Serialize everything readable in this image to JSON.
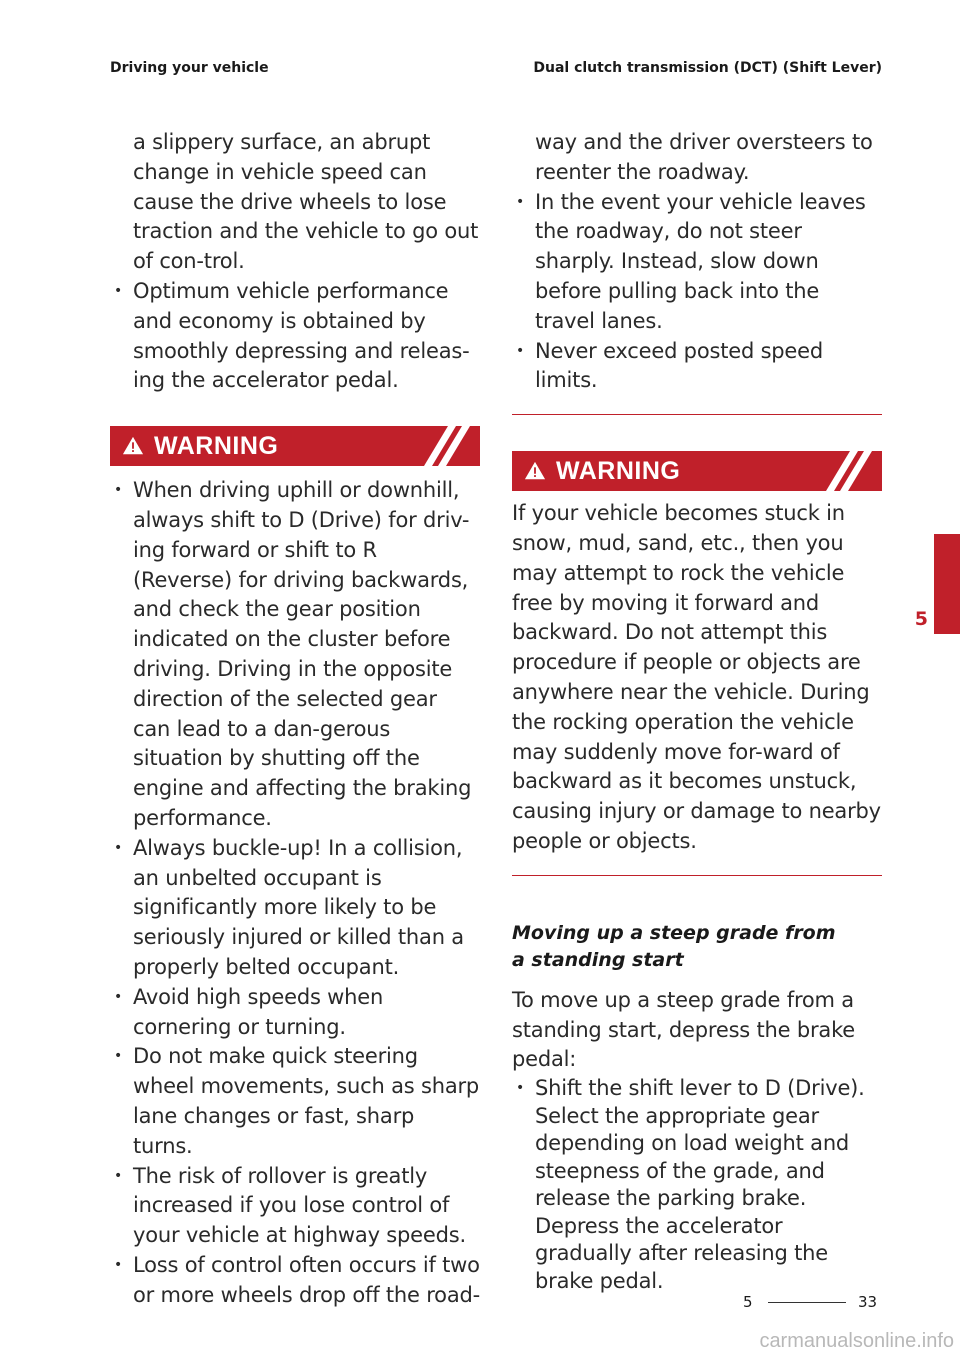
{
  "header": {
    "left": "Driving your vehicle",
    "right": "Dual clutch transmission (DCT) (Shift Lever)"
  },
  "left_column": {
    "continued_text": "a slippery surface, an abrupt change in vehicle speed can cause the drive wheels to lose traction and the vehicle to go out of con-trol.",
    "bullets_top": [
      "Optimum vehicle performance and economy is obtained by smoothly depressing and releas-ing the accelerator pedal."
    ],
    "warning_title": "WARNING",
    "warning_bullets": [
      "When driving uphill or downhill, always shift to D (Drive) for driv-ing forward or shift to R (Reverse) for driving backwards, and check the gear position indicated on the cluster before driving. Driving in the opposite direction of the selected gear can lead to a dan-gerous situation by shutting off the engine and affecting the braking performance.",
      "Always buckle-up! In a collision, an unbelted occupant is significantly more likely to be seriously injured or killed than a properly belted occupant.",
      "Avoid high speeds when cornering or turning.",
      "Do not make quick steering wheel movements, such as sharp lane changes or fast, sharp turns.",
      "The risk of rollover is greatly increased if you lose control of your vehicle at highway speeds.",
      "Loss of control often occurs if two or more wheels drop off the road-"
    ]
  },
  "right_column": {
    "continued_text": "way and the driver oversteers to reenter the roadway.",
    "bullets_top": [
      "In the event your vehicle leaves the roadway, do not steer sharply. Instead, slow down before pulling back into the travel lanes.",
      "Never exceed posted speed limits."
    ],
    "warning_title": "WARNING",
    "warning_text": "If your vehicle becomes stuck in snow, mud, sand, etc., then you may attempt to rock the vehicle free by moving it forward and backward. Do not attempt this procedure if people or objects are anywhere near the vehicle. During the rocking operation the vehicle may suddenly move for-ward of backward as it becomes unstuck, causing injury or damage to nearby people or objects.",
    "subheading": "Moving up a steep grade from a standing start",
    "intro": "To move up a steep grade from a standing start, depress the brake pedal:",
    "steps": [
      "Shift the shift lever to D (Drive). Select the appropriate gear depending on load weight and steepness of the grade, and release the parking brake. Depress the accelerator gradually after releasing the brake pedal."
    ]
  },
  "side_tab": {
    "number": "5"
  },
  "footer": {
    "chapter": "5",
    "page": "33"
  },
  "watermark": "carmanualsonline.info",
  "colors": {
    "accent": "#c0202a",
    "text": "#2a2a2a"
  },
  "icons": {
    "warning": "warning-triangle-icon"
  }
}
